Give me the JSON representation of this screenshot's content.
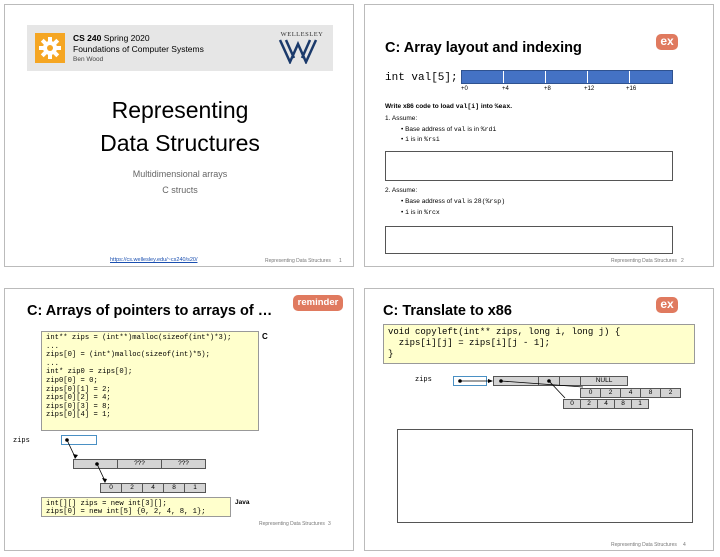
{
  "slide1": {
    "course_code": "CS 240",
    "term": "Spring 2020",
    "course_name": "Foundations of Computer Systems",
    "instructor": "Ben Wood",
    "logo_text": "WELLESLEY",
    "title_line1": "Representing",
    "title_line2": "Data Structures",
    "subtitle1": "Multidimensional arrays",
    "subtitle2": "C structs",
    "url": "https://cs.wellesley.edu/~cs240/s20/",
    "footer": "Representing Data Structures",
    "page": "1"
  },
  "slide2": {
    "title": "C: Array layout and indexing",
    "badge": "ex",
    "decl": "int val[5];",
    "offsets": [
      "+0",
      "+4",
      "+8",
      "+12",
      "+16"
    ],
    "prompt_a": "Write x86 code to load ",
    "prompt_code1": "val[i]",
    "prompt_b": " into ",
    "prompt_code2": "%eax",
    "prompt_c": ".",
    "q1_label": "1.  Assume:",
    "q1_b1_a": "Base address of ",
    "q1_b1_code1": "val",
    "q1_b1_b": " is in ",
    "q1_b1_code2": "%rdi",
    "q1_b2_code": "i",
    "q1_b2_b": " is in ",
    "q1_b2_code2": "%rsi",
    "q2_label": "2.  Assume:",
    "q2_b1_a": "Base address of ",
    "q2_b1_code1": "val",
    "q2_b1_b": " is ",
    "q2_b1_code2": "28(%rsp)",
    "q2_b2_code": "i",
    "q2_b2_b": " is in ",
    "q2_b2_code2": "%rcx",
    "footer": "Representing Data Structures",
    "page": "2"
  },
  "slide3": {
    "title": "C: Arrays of pointers to arrays of …",
    "badge": "reminder",
    "c_code": "int** zips = (int**)malloc(sizeof(int*)*3);\n...\nzips[0] = (int*)malloc(sizeof(int)*5);\n...\nint* zip0 = zips[0];\nzip0[0] = 0;\nzips[0][1] = 2;\nzips[0][2] = 4;\nzips[0][3] = 8;\nzips[0][4] = 1;",
    "c_label": "C",
    "zips_label": "zips",
    "ptr_cells": [
      "",
      "???",
      "???"
    ],
    "arr_cells": [
      "0",
      "2",
      "4",
      "8",
      "1"
    ],
    "java_code": "int[][] zips = new int[3][];\nzips[0] = new int[5] {0, 2, 4, 8, 1};",
    "java_label": "Java",
    "footer": "Representing Data Structures",
    "page": "3"
  },
  "slide4": {
    "title": "C: Translate to x86",
    "badge": "ex",
    "code": "void copyleft(int** zips, long i, long j) {\n  zips[i][j] = zips[i][j - 1];\n}",
    "zips_label": "zips",
    "ptr_cells": [
      "",
      "",
      "",
      "NULL"
    ],
    "row1": [
      "0",
      "2",
      "4",
      "8",
      "2"
    ],
    "row2": [
      "0",
      "2",
      "4",
      "8",
      "1"
    ],
    "footer": "Representing Data Structures",
    "page": "4"
  },
  "colors": {
    "badge": "#e07a5f",
    "code_bg": "#ffffcc",
    "array_blue": "#4472c4",
    "header_bg": "#e6e6e6",
    "logo_orange": "#f5a623"
  }
}
